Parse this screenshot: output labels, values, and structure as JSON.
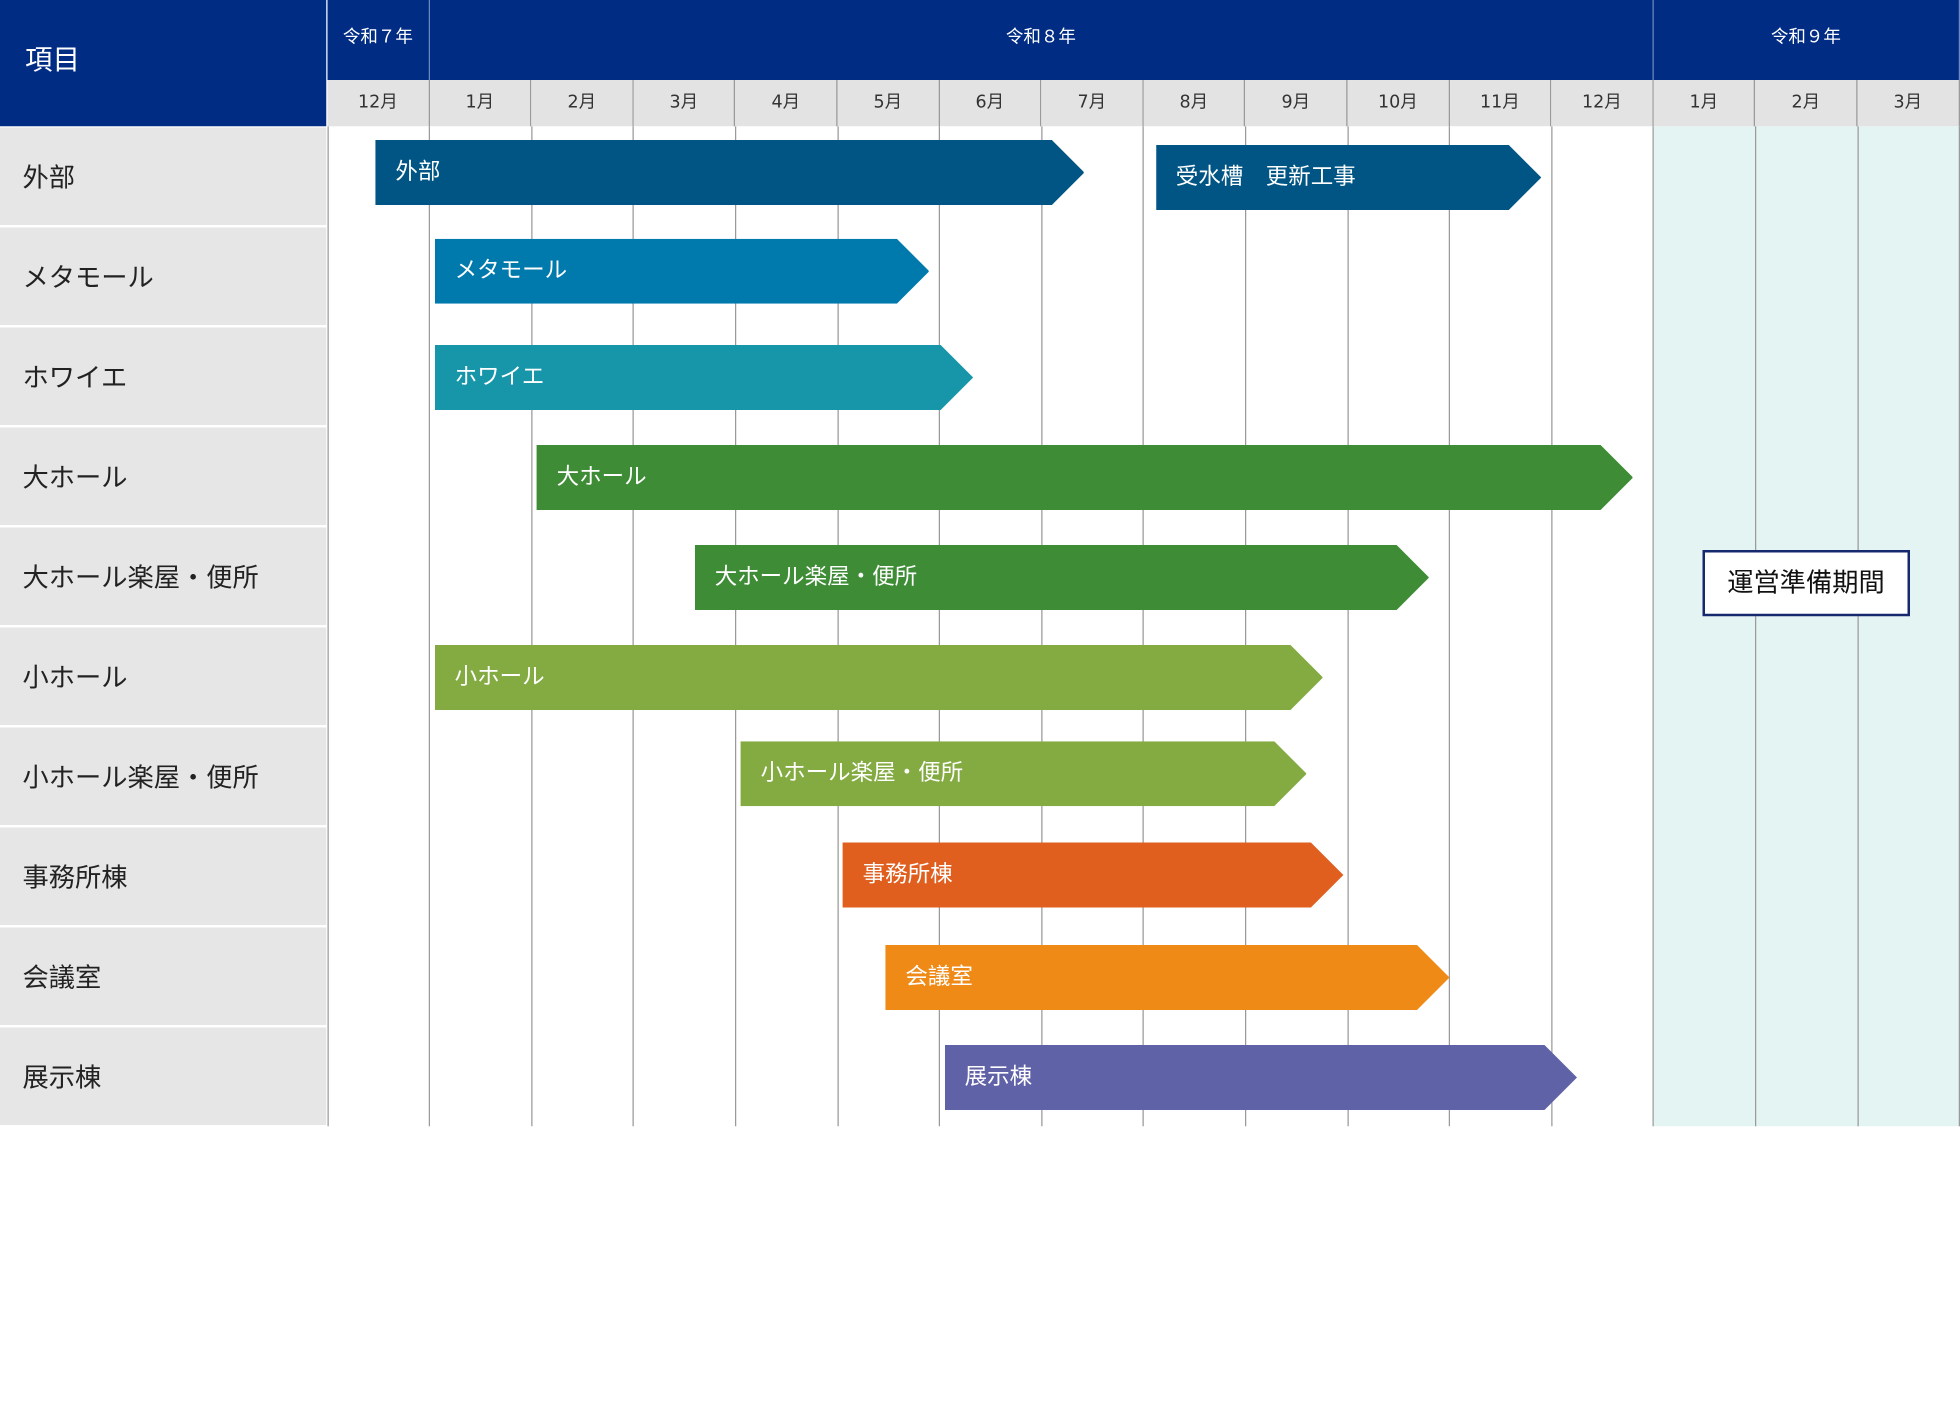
{
  "header": {
    "item_label": "項目"
  },
  "eras": [
    {
      "label": "令和７年",
      "months": 1
    },
    {
      "label": "令和８年",
      "months": 12
    },
    {
      "label": "令和９年",
      "months": 3
    }
  ],
  "months": [
    "12月",
    "1月",
    "2月",
    "3月",
    "4月",
    "5月",
    "6月",
    "7月",
    "8月",
    "9月",
    "10月",
    "11月",
    "12月",
    "1月",
    "2月",
    "3月"
  ],
  "rows": [
    "外部",
    "メタモール",
    "ホワイエ",
    "大ホール",
    "大ホール楽屋・便所",
    "小ホール",
    "小ホール楽屋・便所",
    "事務所棟",
    "会議室",
    "展示棟"
  ],
  "prep_period": {
    "label": "運営準備期間",
    "start": 13,
    "end": 16
  },
  "colors": {
    "header_navy": "#002c84",
    "prep_fill": "#e3f4f3",
    "note_border": "#17296e"
  },
  "chart_data": {
    "type": "gantt",
    "x_unit": "month index (0 = 令和7年12月)",
    "bars": [
      {
        "label": "外部",
        "row": 0,
        "start": 0.47,
        "end": 7.42,
        "color": "#005585"
      },
      {
        "label": "受水槽　更新工事",
        "row": 0,
        "start": 8.12,
        "end": 11.9,
        "color": "#005585"
      },
      {
        "label": "メタモール",
        "row": 1,
        "start": 1.05,
        "end": 5.9,
        "color": "#0079ad"
      },
      {
        "label": "ホワイエ",
        "row": 2,
        "start": 1.05,
        "end": 6.33,
        "color": "#1796aa"
      },
      {
        "label": "大ホール",
        "row": 3,
        "start": 2.05,
        "end": 12.8,
        "color": "#3e8c36"
      },
      {
        "label": "大ホール楽屋・便所",
        "row": 4,
        "start": 3.6,
        "end": 10.8,
        "color": "#3e8c36"
      },
      {
        "label": "小ホール",
        "row": 5,
        "start": 1.05,
        "end": 9.76,
        "color": "#83ab42"
      },
      {
        "label": "小ホール楽屋・便所",
        "row": 6,
        "start": 4.05,
        "end": 9.6,
        "color": "#83ab42"
      },
      {
        "label": "事務所棟",
        "row": 7,
        "start": 5.05,
        "end": 9.96,
        "color": "#e05f1f"
      },
      {
        "label": "会議室",
        "row": 8,
        "start": 5.47,
        "end": 11.0,
        "color": "#ef8a17"
      },
      {
        "label": "展示棟",
        "row": 9,
        "start": 6.05,
        "end": 12.25,
        "color": "#6062a7"
      }
    ]
  }
}
